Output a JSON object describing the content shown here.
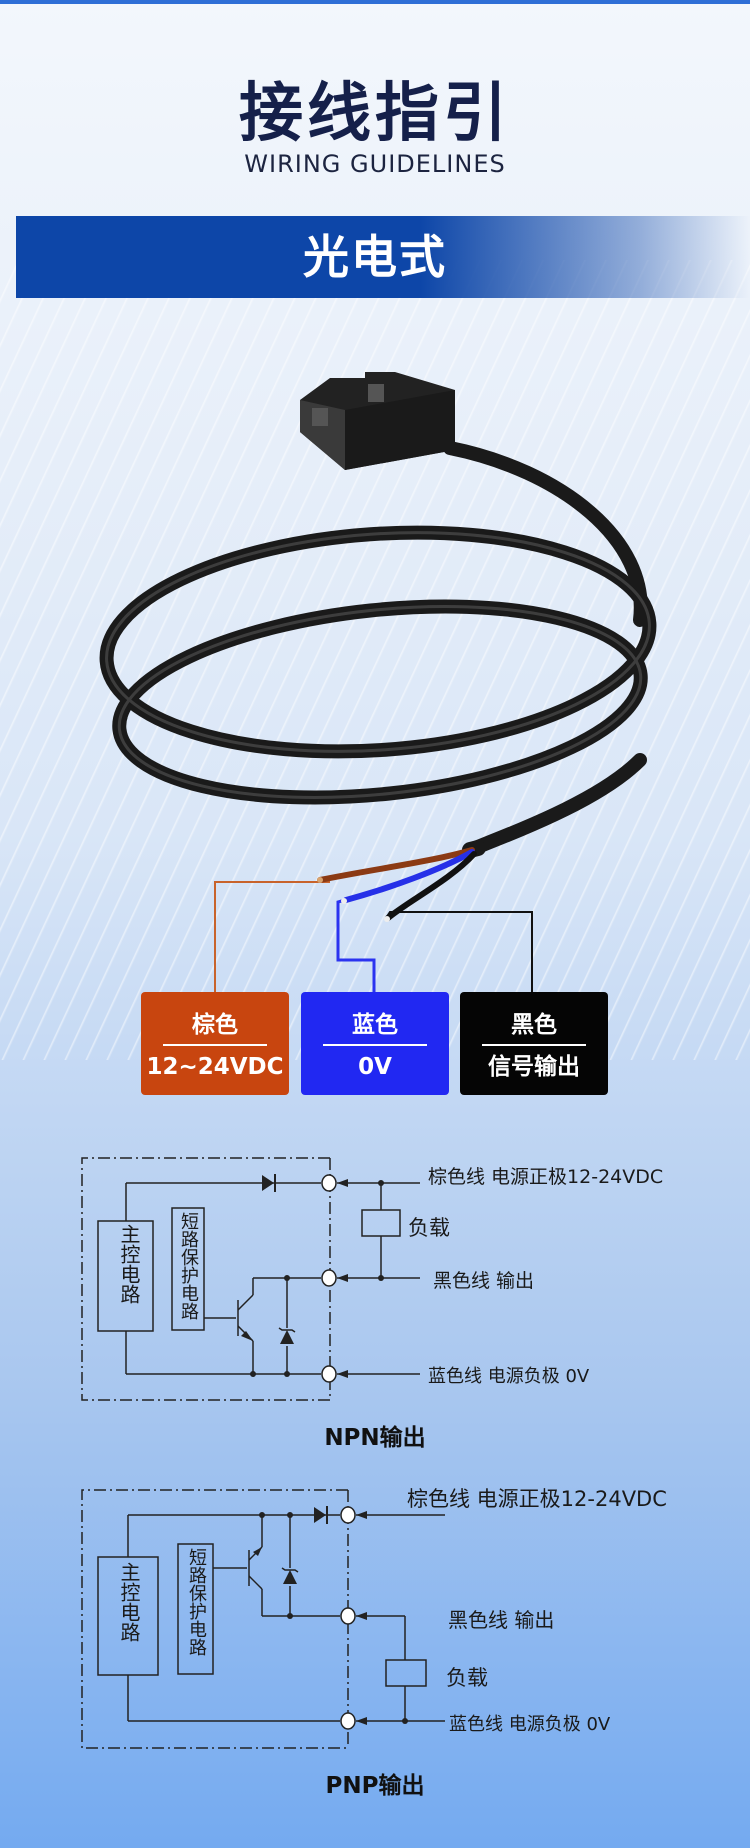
{
  "header": {
    "title": "接线指引",
    "subtitle": "WIRING GUIDELINES"
  },
  "banner": {
    "label": "光电式"
  },
  "wires": [
    {
      "color_name": "棕色",
      "meaning": "12~24VDC",
      "color": "#c8450f"
    },
    {
      "color_name": "蓝色",
      "meaning": "0V",
      "color": "#2128f2"
    },
    {
      "color_name": "黑色",
      "meaning": "信号输出",
      "color": "#050505"
    }
  ],
  "npn": {
    "brown_label": "棕色线  电源正极12-24VDC",
    "load_label": "负载",
    "black_label": "黑色线  输出",
    "blue_label": "蓝色线  电源负极 0V",
    "main_circuit": "主控电路",
    "protection": "短路保护电路",
    "caption": "NPN输出"
  },
  "pnp": {
    "brown_label": "棕色线  电源正极12-24VDC",
    "black_label": "黑色线  输出",
    "load_label": "负载",
    "blue_label": "蓝色线  电源负极 0V",
    "main_circuit": "主控电路",
    "protection": "短路保护电路",
    "caption": "PNP输出"
  }
}
